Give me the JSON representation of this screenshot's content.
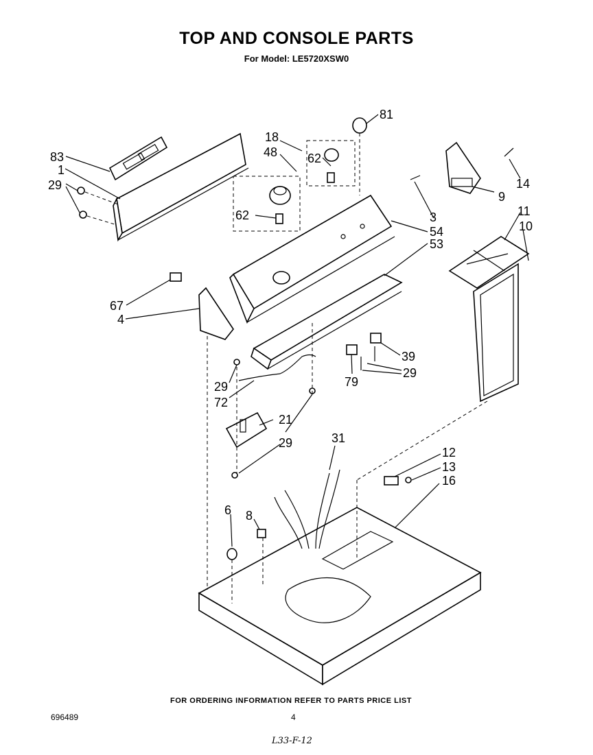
{
  "header": {
    "title": "TOP AND CONSOLE PARTS",
    "subtitle": "For Model: LE5720XSW0"
  },
  "callouts": {
    "c1": "1",
    "c3": "3",
    "c4": "4",
    "c6": "6",
    "c8": "8",
    "c9": "9",
    "c10": "10",
    "c11": "11",
    "c12": "12",
    "c13": "13",
    "c14": "14",
    "c16": "16",
    "c18": "18",
    "c21": "21",
    "c29": "29",
    "c31": "31",
    "c39": "39",
    "c48": "48",
    "c53": "53",
    "c54": "54",
    "c62": "62",
    "c67": "67",
    "c72": "72",
    "c79": "79",
    "c81": "81",
    "c83": "83"
  },
  "footer": {
    "ordering_note": "FOR ORDERING INFORMATION REFER TO PARTS PRICE LIST",
    "code": "696489",
    "page_number": "4",
    "handwritten": "L33-F-12"
  }
}
